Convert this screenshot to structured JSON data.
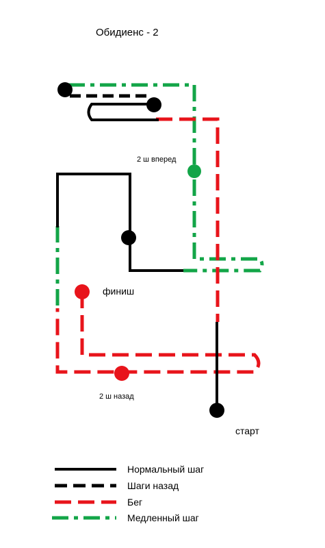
{
  "title": "Обидиенс - 2",
  "labels": {
    "forward": "2 ш вперед",
    "finish": "финиш",
    "back": "2 ш назад",
    "start": "старт"
  },
  "legend": {
    "normal": "Нормальный шаг",
    "backward": "Шаги назад",
    "run": "Бег",
    "slow": "Медленный шаг"
  },
  "colors": {
    "normal": "#000000",
    "run": "#e8141b",
    "slow": "#13a548",
    "background": "#ffffff"
  }
}
